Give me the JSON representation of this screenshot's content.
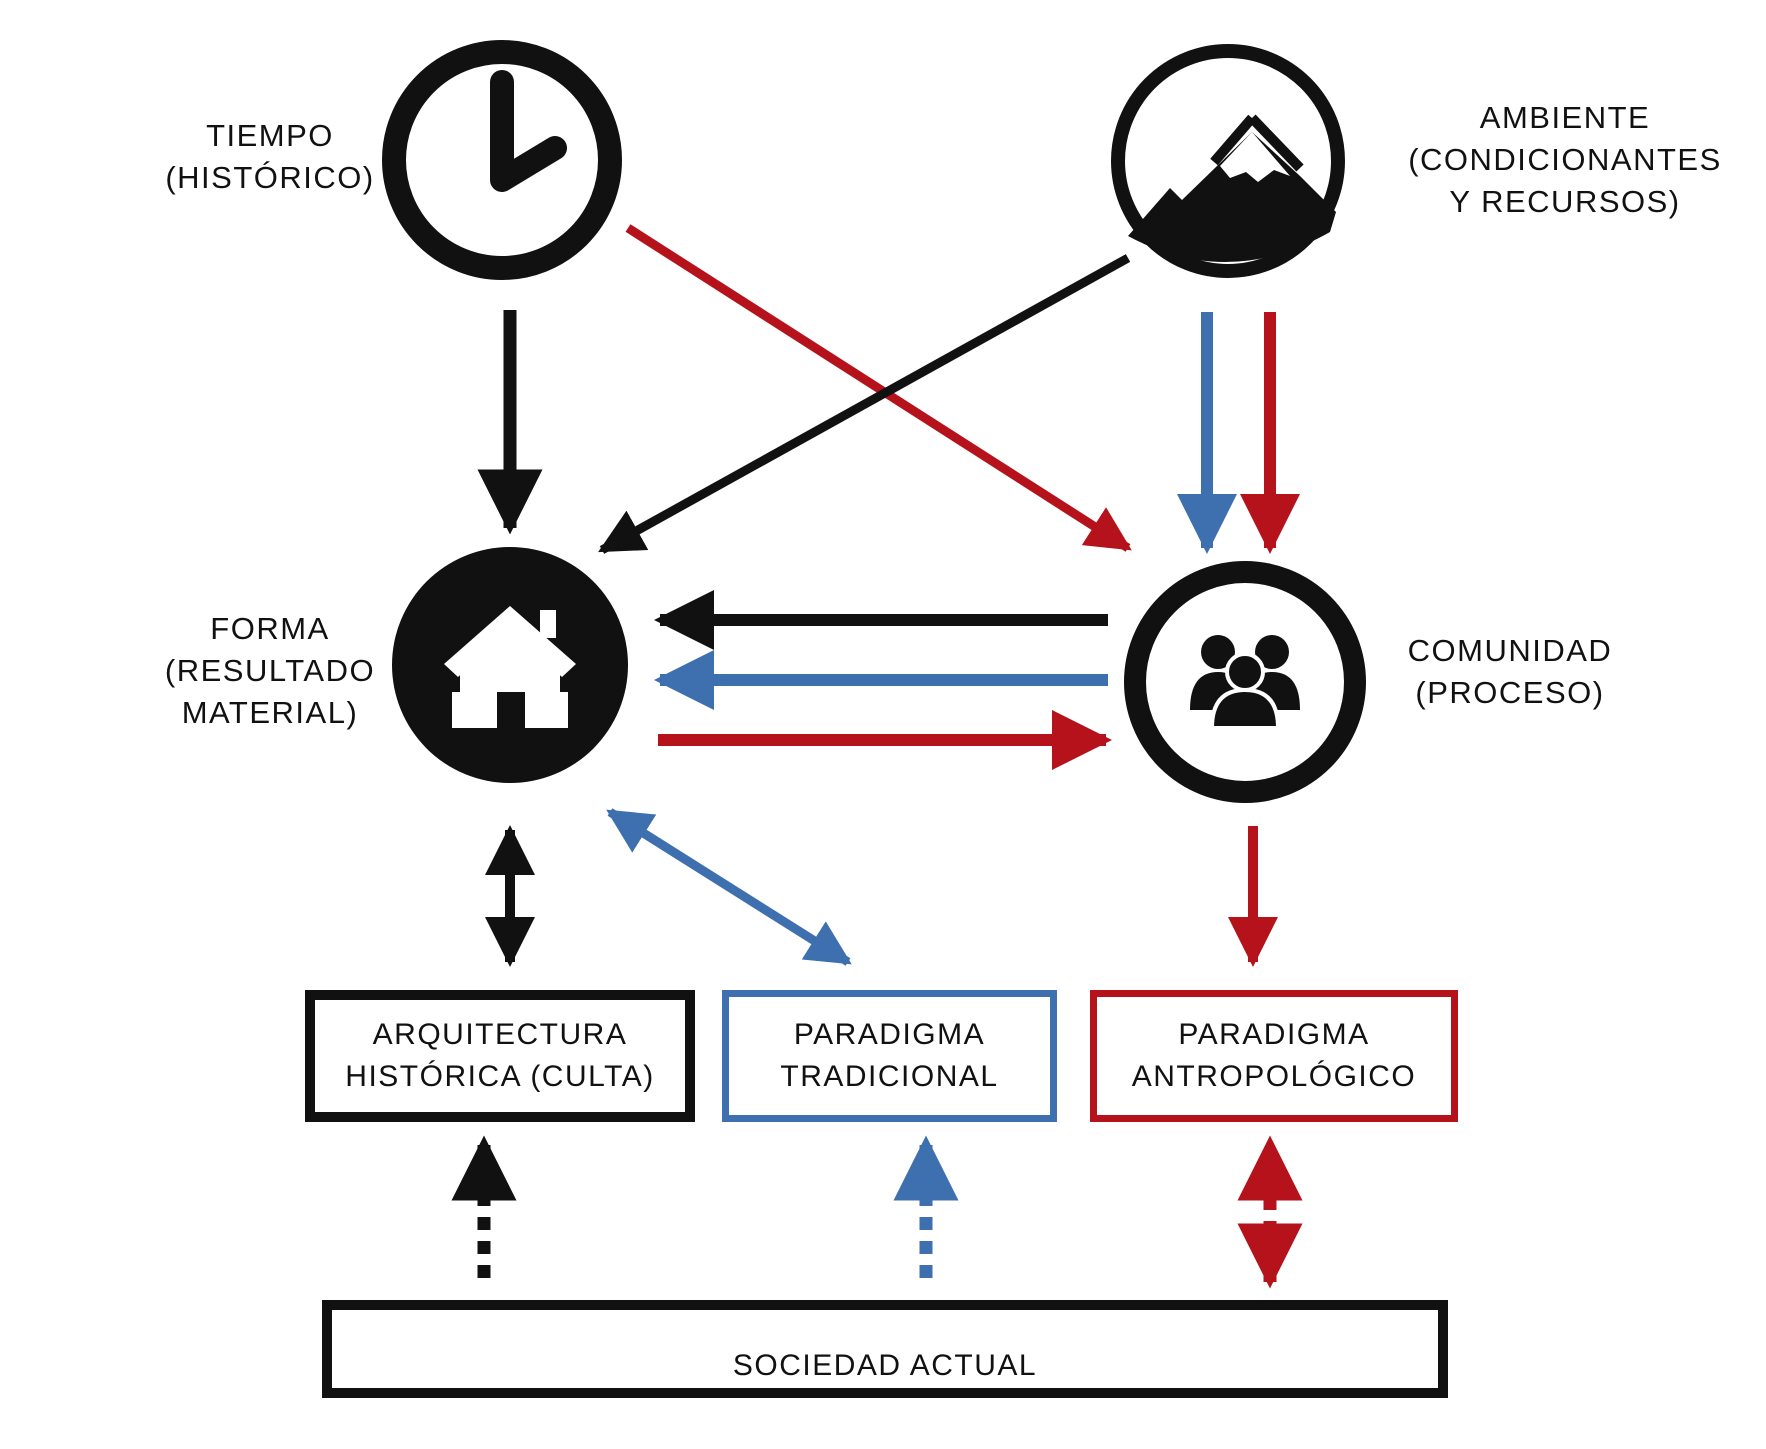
{
  "colors": {
    "black": "#111111",
    "blue": "#3e6fae",
    "red": "#b5121b"
  },
  "nodes": {
    "tiempo": {
      "icon": "clock-icon",
      "lines": [
        "TIEMPO",
        "(HISTÓRICO)"
      ]
    },
    "ambiente": {
      "icon": "mountain-icon",
      "lines": [
        "AMBIENTE",
        "(CONDICIONANTES",
        "Y RECURSOS)"
      ]
    },
    "forma": {
      "icon": "house-icon",
      "lines": [
        "FORMA",
        "(RESULTADO",
        "MATERIAL)"
      ]
    },
    "comunidad": {
      "icon": "people-group-icon",
      "lines": [
        "COMUNIDAD",
        "(PROCESO)"
      ]
    }
  },
  "boxes": {
    "arquitectura": {
      "lines": [
        "ARQUITECTURA",
        "HISTÓRICA (CULTA)"
      ],
      "color": "#111111"
    },
    "tradicional": {
      "lines": [
        "PARADIGMA",
        "TRADICIONAL"
      ],
      "color": "#3e6fae"
    },
    "antropologico": {
      "lines": [
        "PARADIGMA",
        "ANTROPOLÓGICO"
      ],
      "color": "#b5121b"
    },
    "sociedad": {
      "lines": [
        "SOCIEDAD ACTUAL"
      ],
      "color": "#111111"
    }
  }
}
